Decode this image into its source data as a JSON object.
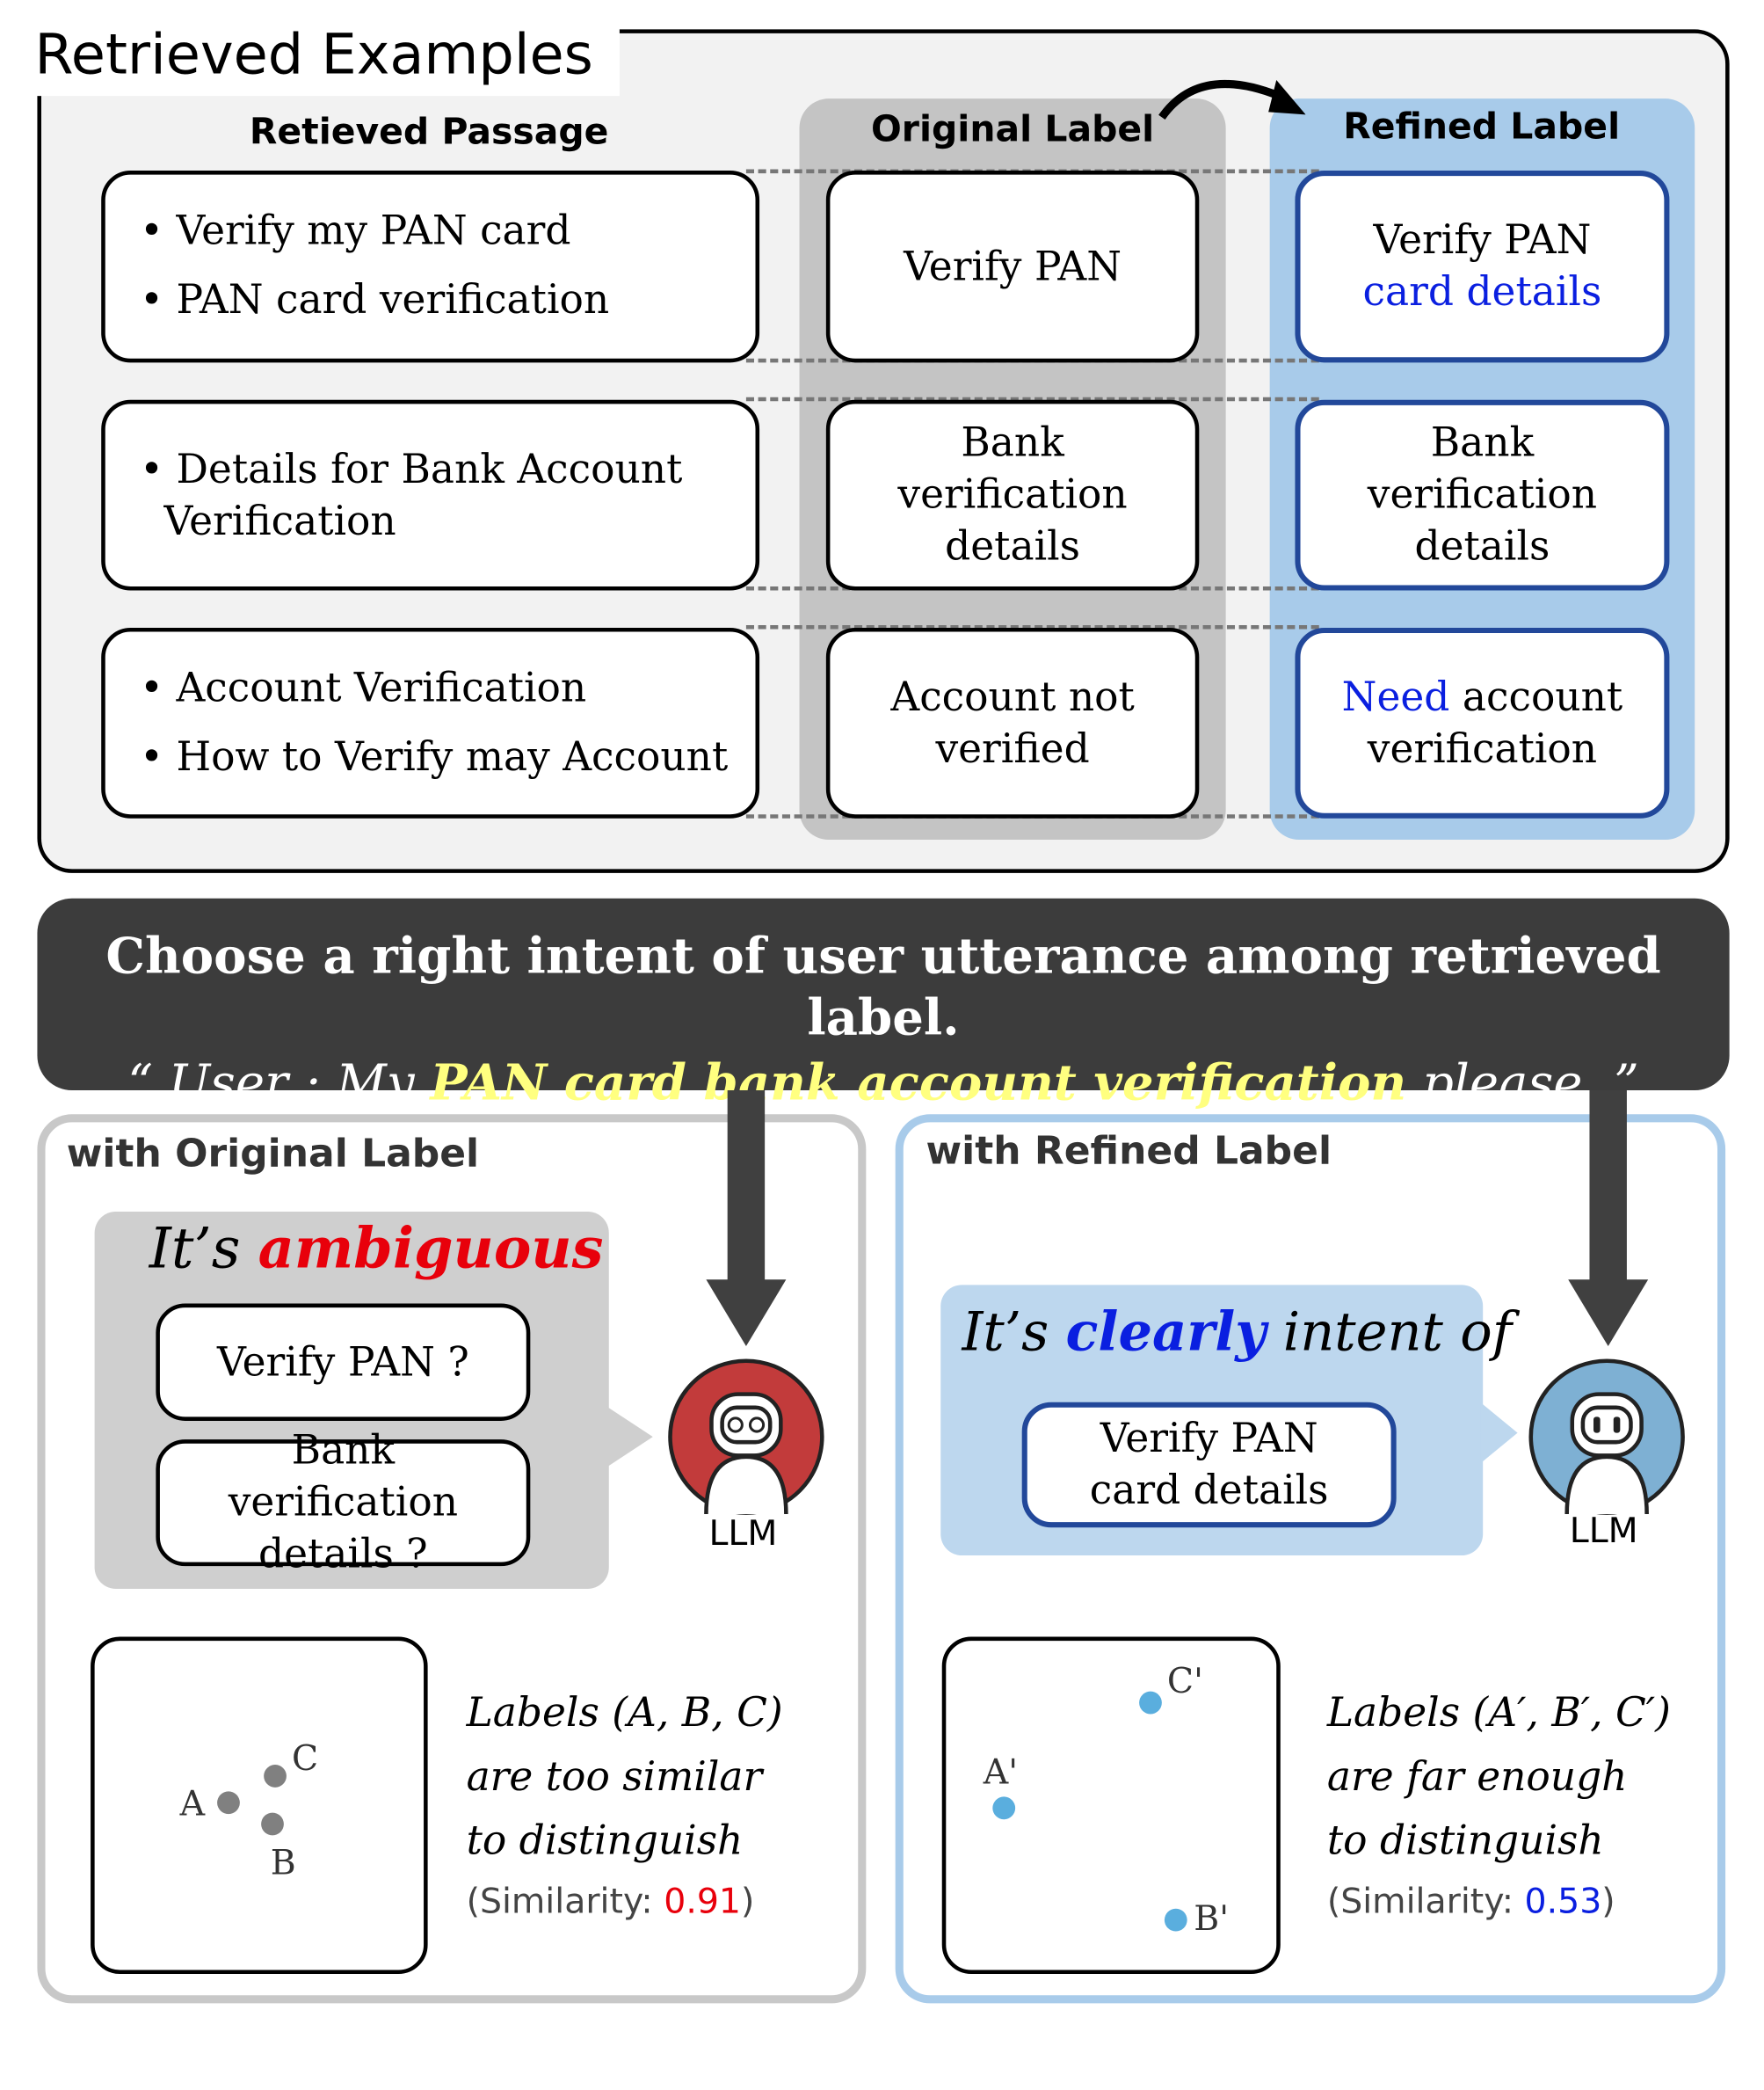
{
  "title": "Retrieved Examples",
  "headers": {
    "passage": "Retieved Passage",
    "original": "Original Label",
    "refined": "Refined Label"
  },
  "rows": [
    {
      "passages": [
        "Verify my PAN card",
        "PAN card verification"
      ],
      "original": "Verify PAN",
      "refined_plain": "Verify PAN",
      "refined_highlight": "card details"
    },
    {
      "passages": [
        "Details for Bank Account Verification"
      ],
      "original": "Bank verification details",
      "refined_plain": "Bank verification details"
    },
    {
      "passages": [
        "Account Verification",
        "How to Verify may Account"
      ],
      "original": "Account not verified",
      "refined_highlight": "Need",
      "refined_plain": "account verification"
    }
  ],
  "prompt": {
    "instruction": "Choose a right intent of user utterance among retrieved label.",
    "quote_open": "“ User : My ",
    "utterance_highlight": "PAN card bank account verification",
    "quote_close": " please. ”"
  },
  "left": {
    "title": "with Original Label",
    "bubble_prefix": "It’s ",
    "bubble_emph": "ambiguous",
    "options": [
      "Verify PAN ?",
      "Bank verification details ?"
    ],
    "llm": "LLM",
    "caption": [
      "Labels (A, B, C)",
      "are too similar",
      "to distinguish"
    ],
    "sim_label": "(Similarity: ",
    "sim_value": "0.91",
    "sim_close": ")",
    "points": [
      "A",
      "B",
      "C"
    ]
  },
  "right": {
    "title": "with Refined Label",
    "bubble_prefix": "It’s ",
    "bubble_emph": "clearly",
    "bubble_suffix": " intent of",
    "option": "Verify PAN card details",
    "llm": "LLM",
    "caption": [
      "Labels (A′, B′, C′)",
      "are far enough",
      "to distinguish"
    ],
    "sim_label": "(Similarity: ",
    "sim_value": "0.53",
    "sim_close": ")",
    "points": [
      "A'",
      "B'",
      "C'"
    ]
  },
  "colors": {
    "ambiguous": "#e8000b",
    "clear": "#0a1fe0",
    "highlight": "#ffff80",
    "gray_point": "#808080",
    "blue_point": "#5aaede"
  }
}
